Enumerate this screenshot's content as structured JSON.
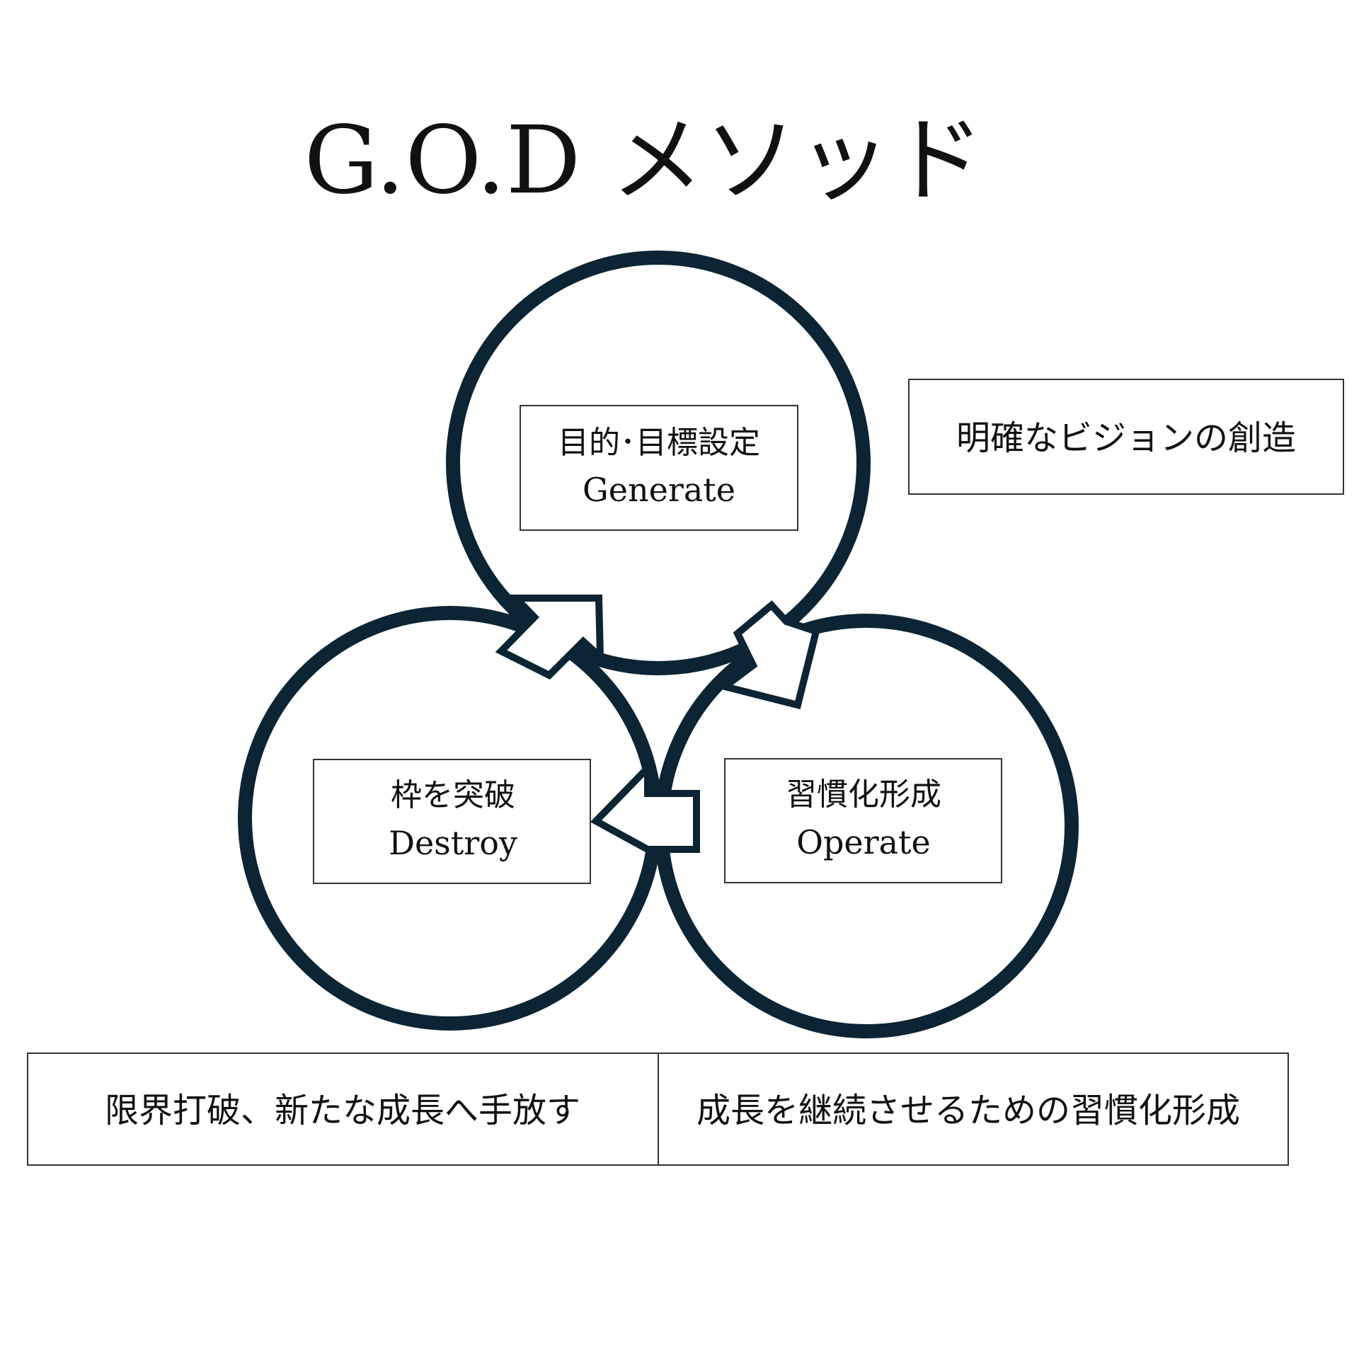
{
  "title": "G.O.D メソッド",
  "colors": {
    "circle_stroke": "#0c2433",
    "box_stroke": "#333333",
    "arrow_fill": "#ffffff",
    "text": "#111111",
    "background": "#ffffff"
  },
  "nodes": {
    "generate": {
      "jp": "目的･目標設定",
      "en": "Generate"
    },
    "destroy": {
      "jp": "枠を突破",
      "en": "Destroy"
    },
    "operate": {
      "jp": "習慣化形成",
      "en": "Operate"
    }
  },
  "notes": {
    "vision": "明確なビジョンの創造",
    "breakthrough": "限界打破、新たな成長へ手放す",
    "habit": "成長を継続させるための習慣化形成"
  },
  "arrows": [
    {
      "name": "arrow-generate-to-operate",
      "icon": "arrow-down-right-icon"
    },
    {
      "name": "arrow-operate-to-destroy",
      "icon": "arrow-left-icon"
    },
    {
      "name": "arrow-destroy-to-generate",
      "icon": "arrow-up-right-icon"
    }
  ]
}
